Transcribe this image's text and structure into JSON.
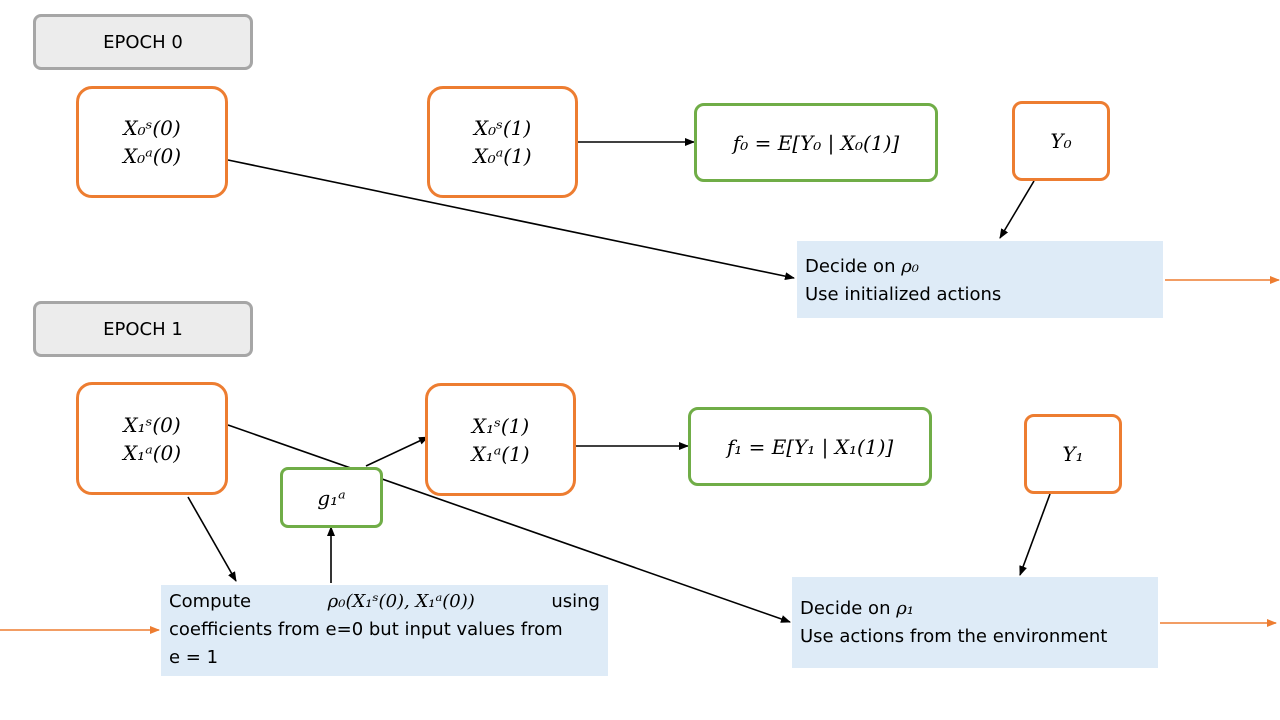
{
  "epoch0": {
    "label": "EPOCH 0",
    "state_box": {
      "line1": "X₀ˢ(0)",
      "line2": "X₀ᵃ(0)"
    },
    "next_box": {
      "line1": "X₀ˢ(1)",
      "line2": "X₀ᵃ(1)"
    },
    "f_box": "f₀ = E[Y₀ | X₀(1)]",
    "y_box": "Y₀",
    "decide_box": {
      "line1_text": "Decide on",
      "line1_symbol": "ρ₀",
      "line2": "Use initialized actions"
    }
  },
  "epoch1": {
    "label": "EPOCH 1",
    "state_box": {
      "line1": "X₁ˢ(0)",
      "line2": "X₁ᵃ(0)"
    },
    "g_box": "g₁ᵃ",
    "next_box": {
      "line1": "X₁ˢ(1)",
      "line2": "X₁ᵃ(1)"
    },
    "f_box": "f₁ = E[Y₁ | X₁(1)]",
    "y_box": "Y₁",
    "compute_box": {
      "word1": "Compute",
      "formula": "ρ₀(X₁ˢ(0), X₁ᵃ(0))",
      "word2": "using",
      "line2": "coefficients from e=0 but input values from",
      "line3": "e = 1"
    },
    "decide_box": {
      "line1_text": "Decide on",
      "line1_symbol": "ρ₁",
      "line2": "Use actions from the environment"
    }
  },
  "colors": {
    "state_border": "#ed7d31",
    "function_border": "#70ad47",
    "note_fill": "#deebf7",
    "epoch_fill": "#ececec",
    "epoch_border": "#a6a6a6",
    "arrow_black": "#000000",
    "arrow_orange": "#ed7d31"
  }
}
